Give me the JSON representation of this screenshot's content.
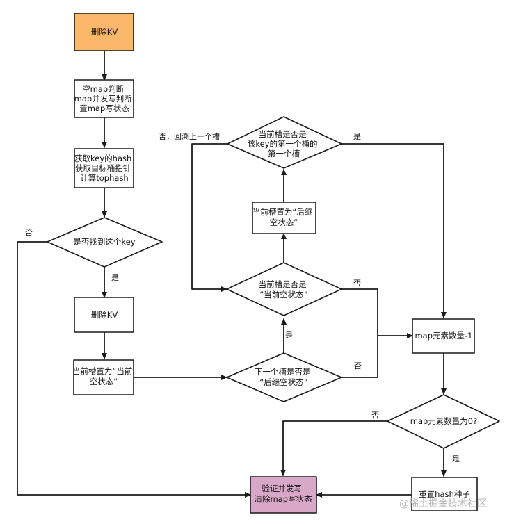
{
  "nodes": {
    "delete_kv_start": {
      "lines": [
        "删除KV"
      ],
      "fill": "#fbb86a"
    },
    "init_checks": {
      "lines": [
        "空map判断",
        "map并发写判断",
        "置map写状态"
      ],
      "fill": "#ffffff"
    },
    "get_key_hash": {
      "lines": [
        "获取key的hash",
        "获取目标桶指针",
        "计算tophash"
      ],
      "fill": "#ffffff"
    },
    "find_key": {
      "lines": [
        "是否找到这个key"
      ],
      "fill": "#ffffff"
    },
    "delete_kv": {
      "lines": [
        "删除KV"
      ],
      "fill": "#ffffff"
    },
    "set_slot_empty": {
      "lines": [
        "当前槽置为“当前",
        "空状态”"
      ],
      "fill": "#ffffff"
    },
    "next_slot_check": {
      "lines": [
        "下一个槽是否是",
        "“后继空状态”"
      ],
      "fill": "#ffffff"
    },
    "current_slot_check": {
      "lines": [
        "当前槽是否是",
        "“当前空状态”"
      ],
      "fill": "#ffffff"
    },
    "set_slot_subsequent": {
      "lines": [
        "当前槽置为“后继",
        "空状态”"
      ],
      "fill": "#ffffff"
    },
    "first_slot_check": {
      "lines": [
        "当前槽是否是",
        "该key的第一个桶的",
        "第一个槽"
      ],
      "fill": "#ffffff"
    },
    "map_count_decrement": {
      "lines": [
        "map元素数量-1"
      ],
      "fill": "#ffffff"
    },
    "map_count_zero": {
      "lines": [
        "map元素数量为0?"
      ],
      "fill": "#ffffff"
    },
    "reset_hash_seed": {
      "lines": [
        "重置hash种子"
      ],
      "fill": "#ffffff"
    },
    "verify_clear": {
      "lines": [
        "验证并发写",
        "清除map写状态"
      ],
      "fill": "#d9a8c8"
    }
  },
  "edge_labels": {
    "find_key_no": "否",
    "find_key_yes": "是",
    "next_slot_yes": "是",
    "next_slot_no": "否",
    "current_slot_no": "否",
    "first_slot_no": "否，回溯上一个槽",
    "first_slot_yes": "是",
    "count_zero_no": "否",
    "count_zero_yes": "是"
  },
  "watermark": "@稀土掘金技术社区",
  "colors": {
    "stroke": "#1a1a1a",
    "start_fill": "#fbb86a",
    "end_fill": "#d9a8c8"
  }
}
